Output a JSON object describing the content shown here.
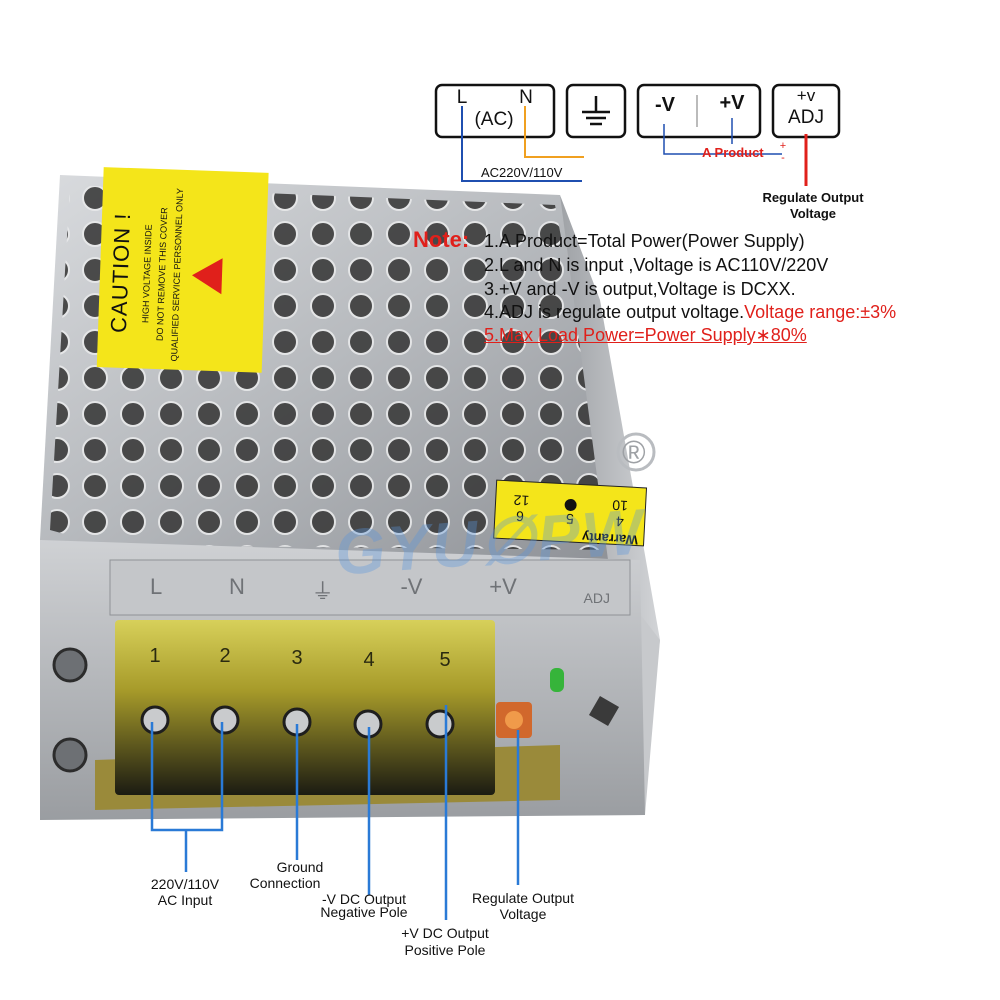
{
  "diagram": {
    "ac_box": {
      "l": "L",
      "n": "N",
      "label": "(AC)"
    },
    "ground_box": {
      "icon": "ground-symbol-icon"
    },
    "output_box": {
      "neg": "-V",
      "pos": "+V"
    },
    "adj_box": {
      "top": "+v",
      "bottom": "ADJ"
    },
    "ac_line_label": "AC220V/110V",
    "product_label": "A Product",
    "product_plus": "+",
    "product_minus": "-",
    "regulate_label_1": "Regulate Output",
    "regulate_label_2": "Voltage"
  },
  "notes": {
    "title": "Note:",
    "line1": "1.A Product=Total Power(Power Supply)",
    "line2": "2.L and N is input ,Voltage is AC110V/220V",
    "line3": "3.+V and -V is output,Voltage is DCXX.",
    "line4_a": "4.ADJ is regulate output voltage.",
    "line4_b": "Voltage range:±3%",
    "line5": "5.Max Load Power=Power  Supply∗80%"
  },
  "device": {
    "caution_title": "CAUTION !",
    "caution_line1": "HIGH VOLTAGE INSIDE",
    "caution_line2": "DO NOT REMOVE THIS COVER",
    "caution_line3": "QUALIFIED SERVICE PERSONNEL ONLY",
    "warranty_title": "Warranty",
    "warranty_row1": [
      "4",
      "5",
      "6"
    ],
    "warranty_row2": [
      "10",
      "",
      "12"
    ],
    "watermark": "GYU∅PW",
    "registered": "®",
    "terminal_numbers": [
      "1",
      "2",
      "3",
      "4",
      "5"
    ],
    "panel_labels": [
      "L",
      "N",
      "⏚",
      "-V",
      "+V",
      "ADJ"
    ]
  },
  "callouts": {
    "ac_input_1": "220V/110V",
    "ac_input_2": "AC Input",
    "ground_1": "Ground",
    "ground_2": "Connection",
    "neg_1": "-V DC  Output",
    "neg_2": "Negative Pole",
    "pos_1": "+V DC  Output",
    "pos_2": "Positive Pole",
    "reg_1": "Regulate Output",
    "reg_2": "Voltage"
  },
  "colors": {
    "metal": "#b9bcc0",
    "hole": "#3a3a3a",
    "label_yellow": "#f4e51a",
    "wire_blue": "#1f4fb0",
    "wire_orange": "#f0a020",
    "wire_red": "#e0201b",
    "callout_blue": "#2a7ad6"
  }
}
